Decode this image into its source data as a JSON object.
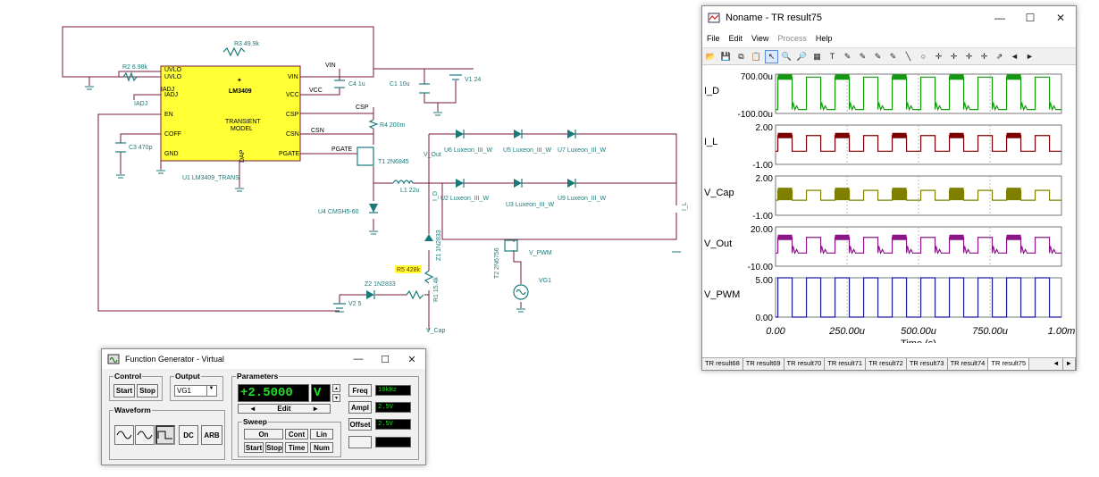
{
  "schematic": {
    "labels": {
      "r3": "R3 49.9k",
      "r2": "R2 6.98k",
      "uvlo": "UVLO",
      "iadj_net": "IADJ",
      "iadj": "IADJ",
      "vin": "VIN",
      "vcc": "VCC",
      "csp": "CSP",
      "csn": "CSN",
      "pgate": "PGATE",
      "c4": "C4 1u",
      "c1": "C1 10u",
      "v1": "V1 24",
      "r4": "R4 200m",
      "c3": "C3 470p",
      "t1": "T1 2N6845",
      "l1": "L1 22u",
      "u4": "U4 CMSH5-60",
      "u6": "U6 Luxeon_III_W",
      "u5": "U5 Luxeon_III_W",
      "u7": "U7 Luxeon_III_W",
      "u2": "U2 Luxeon_III_W",
      "u3": "U3 Luxeon_III_W",
      "u9": "U9 Luxeon_III_W",
      "v_out": "V_Out",
      "i_d": "I_D",
      "i_l": "I_L",
      "z1": "Z1 1N2833",
      "t2": "T2 2N6756",
      "v_pwm": "V_PWM",
      "vg1": "VG1",
      "r5": "R5 428k",
      "r1": "R1 15.4k",
      "z2": "Z2 1N2833",
      "v2": "V2 5",
      "v_cap": "V_Cap",
      "u1": "U1 LM3409_TRANS"
    },
    "ic": {
      "name": "LM3409",
      "sub1": "TRANSIENT",
      "sub2": "MODEL",
      "pins_left": [
        "UVLO",
        "IADJ",
        "EN",
        "COFF",
        "GND"
      ],
      "pins_right": [
        "VIN",
        "VCC",
        "CSP",
        "CSN",
        "PGATE"
      ],
      "dap": "DAP"
    }
  },
  "results_window": {
    "title": "Noname - TR result75",
    "menu": [
      "File",
      "Edit",
      "View",
      "Process",
      "Help"
    ],
    "menu_disabled": [
      "Process"
    ],
    "toolbar_icons": [
      "open-icon",
      "save-icon",
      "copy-icon",
      "paste-icon",
      "pointer-icon",
      "zoom-in-icon",
      "zoom-out-icon",
      "grid-icon",
      "text-icon",
      "tool-a-icon",
      "tool-b-icon",
      "tool-c-icon",
      "tool-d-icon",
      "line-icon",
      "circle-icon",
      "cursor-a-icon",
      "cursor-b-icon",
      "cursor-c-icon",
      "cursor-d-icon",
      "arrow-icon",
      "step-left-icon",
      "step-right-icon"
    ],
    "tabs": [
      "TR result68",
      "TR result69",
      "TR result70",
      "TR result71",
      "TR result72",
      "TR result73",
      "TR result74",
      "TR result75"
    ],
    "active_tab": "TR result75",
    "x_ticks": [
      "0.00",
      "250.00u",
      "500.00u",
      "750.00u",
      "1.00m"
    ],
    "x_label": "Time (s)"
  },
  "chart_data": {
    "type": "line",
    "xlabel": "Time (s)",
    "xlim": [
      0,
      0.001
    ],
    "x_ticks": [
      0,
      0.00025,
      0.0005,
      0.00075,
      0.001
    ],
    "period": 0.0001,
    "duty": 0.5,
    "series": [
      {
        "name": "I_D",
        "top_label": "700.00u",
        "bottom_label": "-100.00u",
        "color": "#119911",
        "ylim": [
          -0.0001,
          0.0007
        ],
        "high": 0.00064,
        "low": -2e-05,
        "kind": "pulse-spike"
      },
      {
        "name": "I_L",
        "top_label": "2.00",
        "bottom_label": "-1.00",
        "color": "#7a0000",
        "ylim": [
          -1,
          2
        ],
        "high": 1.2,
        "low": 0.0,
        "kind": "pulse-band"
      },
      {
        "name": "V_Cap",
        "top_label": "2.00",
        "bottom_label": "-1.00",
        "color": "#808000",
        "ylim": [
          -1,
          2
        ],
        "high": 0.9,
        "low": 0.15,
        "kind": "band-decay"
      },
      {
        "name": "V_Out",
        "top_label": "20.00",
        "bottom_label": "-10.00",
        "color": "#8a168a",
        "ylim": [
          -10,
          20
        ],
        "high": 12,
        "low": 0,
        "kind": "pulse-spike"
      },
      {
        "name": "V_PWM",
        "top_label": "5.00",
        "bottom_label": "0.00",
        "color": "#1a1aa0",
        "ylim": [
          0,
          5
        ],
        "high": 5,
        "low": 0,
        "kind": "square"
      }
    ]
  },
  "function_generator": {
    "title": "Function Generator - Virtual",
    "control_label": "Control",
    "start": "Start",
    "stop": "Stop",
    "output_label": "Output",
    "output_value": "VG1",
    "parameters_label": "Parameters",
    "value": "+2.5000",
    "unit": "V",
    "edit": "Edit",
    "freq_label": "Freq",
    "freq_value": "10kHz",
    "ampl_label": "Ampl",
    "ampl_value": "2.5V",
    "offset_label": "Offset",
    "offset_value": "2.5V",
    "waveform_label": "Waveform",
    "dc": "DC",
    "arb": "ARB",
    "sweep_label": "Sweep",
    "on": "On",
    "cont": "Cont",
    "lin": "Lin",
    "sweep_start": "Start",
    "sweep_stop": "Stop",
    "time": "Time",
    "num": "Num"
  }
}
